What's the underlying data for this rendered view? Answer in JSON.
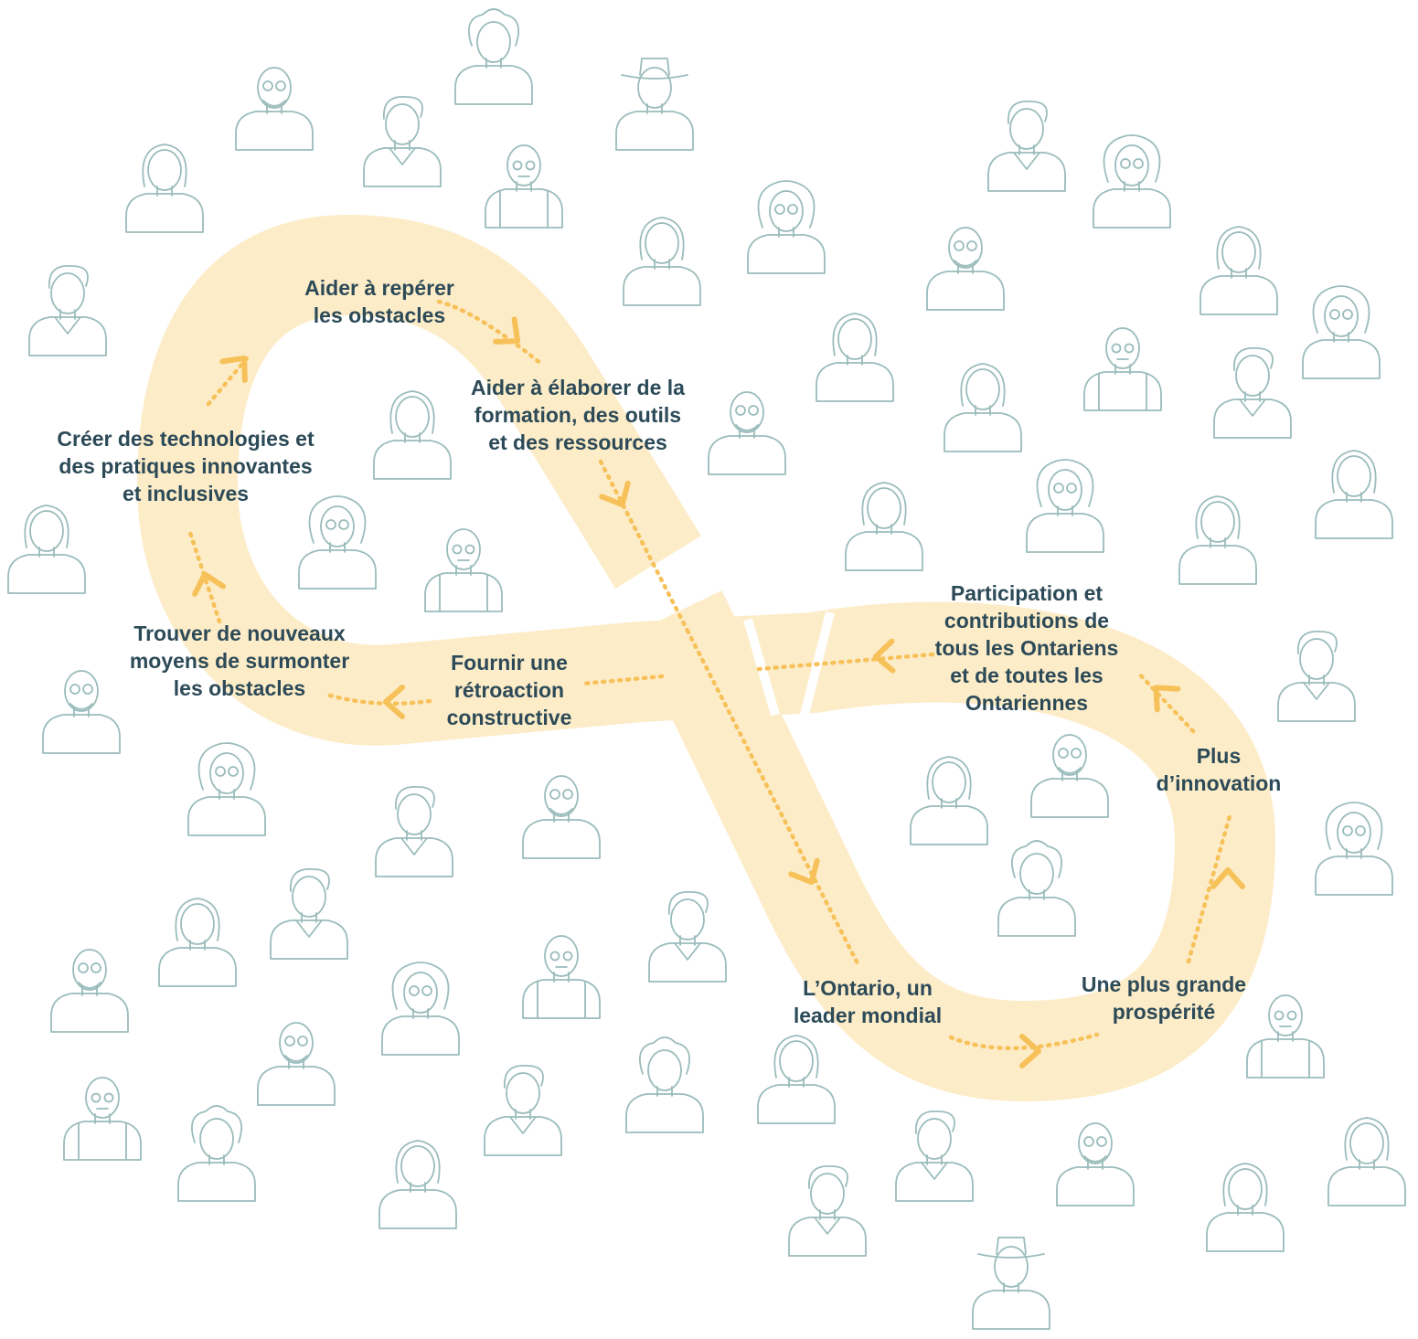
{
  "diagram": {
    "colors": {
      "band": "#fdecc8",
      "arrow": "#f7c15a",
      "text": "#2c4a57",
      "person": "#9bbcbc"
    },
    "steps": [
      {
        "id": "reperer",
        "lines": [
          "Aider à repérer",
          "les obstacles"
        ]
      },
      {
        "id": "elaborer",
        "lines": [
          "Aider à élaborer de la",
          "formation, des outils",
          "et des ressources"
        ]
      },
      {
        "id": "creer",
        "lines": [
          "Créer des technologies et",
          "des pratiques innovantes",
          "et inclusives"
        ]
      },
      {
        "id": "trouver",
        "lines": [
          "Trouver de nouveaux",
          "moyens de surmonter",
          "les obstacles"
        ]
      },
      {
        "id": "fournir",
        "lines": [
          "Fournir une",
          "rétroaction",
          "constructive"
        ]
      },
      {
        "id": "participation",
        "lines": [
          "Participation et",
          "contributions de",
          "tous les Ontariens",
          "et de toutes les",
          "Ontariennes"
        ]
      },
      {
        "id": "innovation",
        "lines": [
          "Plus",
          "d’innovation"
        ]
      },
      {
        "id": "prosperite",
        "lines": [
          "Une plus grande",
          "prospérité"
        ]
      },
      {
        "id": "leader",
        "lines": [
          "L’Ontario, un",
          "leader mondial"
        ]
      }
    ],
    "people_icons": [
      "woman-icon",
      "man-icon",
      "glasses-man-icon",
      "elderly-man-icon",
      "curly-woman-icon",
      "hat-man-icon",
      "wild-hair-woman-icon"
    ]
  }
}
